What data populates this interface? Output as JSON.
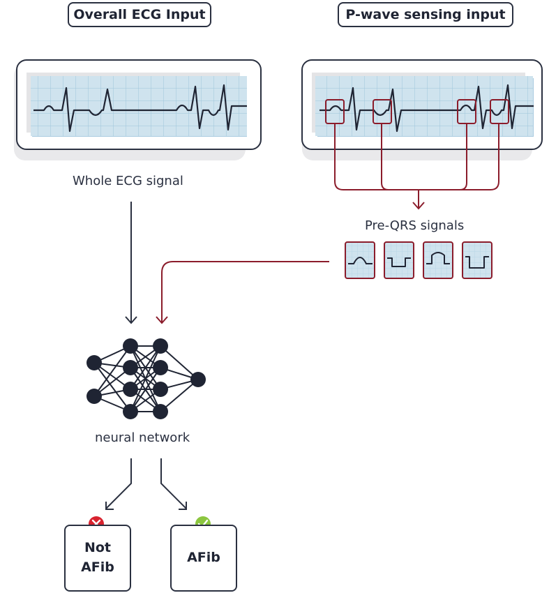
{
  "headers": {
    "left": "Overall ECG Input",
    "right": "P-wave sensing input"
  },
  "labels": {
    "whole_ecg": "Whole ECG signal",
    "pre_qrs": "Pre-QRS signals",
    "neural_network": "neural network"
  },
  "outputs": {
    "not_afib_line1": "Not",
    "not_afib_line2": "AFib",
    "afib": "AFib"
  },
  "colors": {
    "dark": "#2a3040",
    "accent_red": "#8b1c2b",
    "ecg_grid_bg": "#cfe3ee",
    "ecg_grid_line": "#9ec5db",
    "cross_badge": "#d8232f",
    "check_badge": "#8cc63f"
  },
  "icons": {
    "not_afib_badge": "cross-icon",
    "afib_badge": "check-icon",
    "network": "neural-network-icon"
  }
}
